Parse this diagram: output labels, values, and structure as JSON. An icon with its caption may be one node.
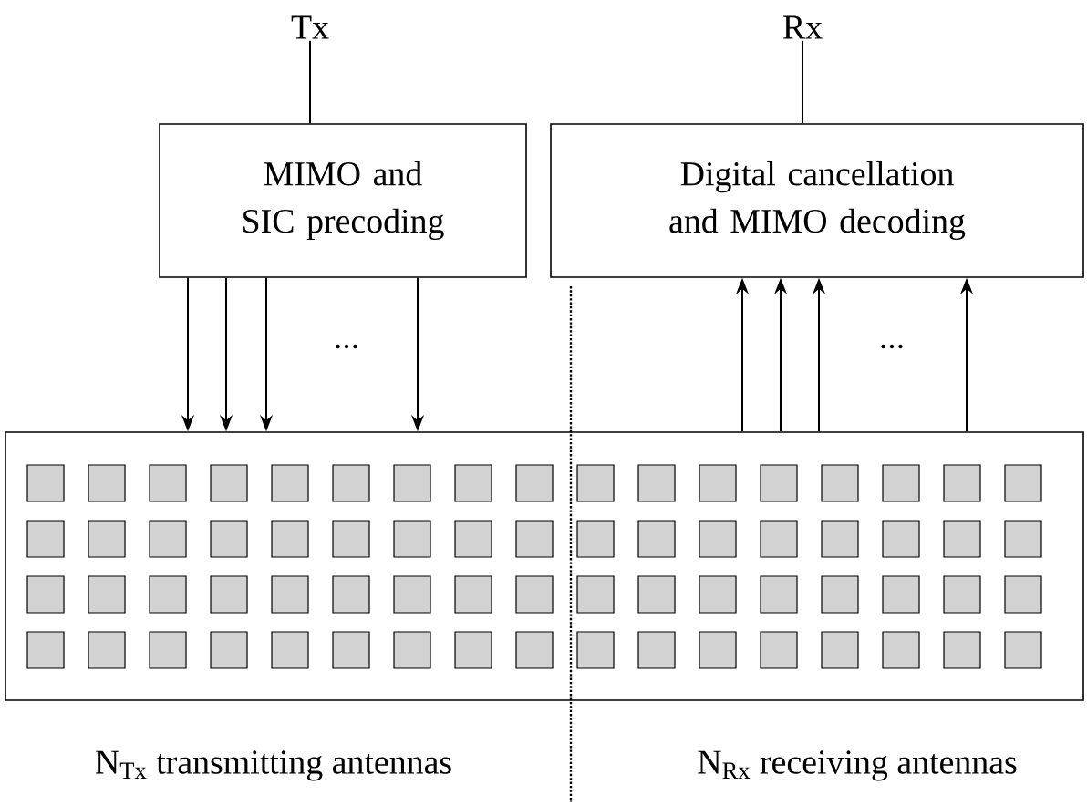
{
  "diagram": {
    "nodes": [
      {
        "text": [
          "Tx"
        ]
      },
      {
        "text": [
          "Rx"
        ]
      },
      {
        "text": [
          "MIMO and SIC precoding"
        ]
      },
      {
        "text": [
          "Digital cancellation and MIMO decoding"
        ]
      },
      {
        "text": [],
        "shape": "box"
      }
    ],
    "edges": [
      {
        "from": 0,
        "to": 2,
        "arrow": "none"
      },
      {
        "from": 1,
        "to": 3,
        "arrow": "none"
      },
      {
        "from": 2,
        "to": 4,
        "arrow": "to"
      },
      {
        "from": 2,
        "to": 4,
        "arrow": "to"
      },
      {
        "from": 2,
        "to": 4,
        "arrow": "to"
      },
      {
        "from": 2,
        "to": 4,
        "arrow": "to"
      },
      {
        "from": 4,
        "to": 3,
        "arrow": "to"
      },
      {
        "from": 4,
        "to": 3,
        "arrow": "to"
      },
      {
        "from": 4,
        "to": 3,
        "arrow": "to"
      },
      {
        "from": 4,
        "to": 3,
        "arrow": "to"
      }
    ],
    "labels": [
      "...",
      "...",
      "N$_{Tx}$ transmitting antennas",
      "N$_{Rx}$ receiving antennas"
    ]
  }
}
